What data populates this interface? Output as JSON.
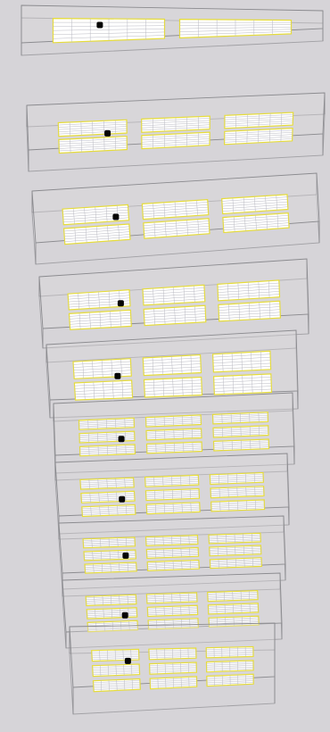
{
  "diagram": {
    "type": "stacked-layer-boxes",
    "layer_count": 10,
    "layers": [
      {
        "index": 1,
        "tile_rows": 1,
        "tile_cols": 2,
        "has_marker": true
      },
      {
        "index": 2,
        "tile_rows": 2,
        "tile_cols": 3,
        "has_marker": true
      },
      {
        "index": 3,
        "tile_rows": 2,
        "tile_cols": 3,
        "has_marker": true
      },
      {
        "index": 4,
        "tile_rows": 2,
        "tile_cols": 3,
        "has_marker": true
      },
      {
        "index": 5,
        "tile_rows": 2,
        "tile_cols": 3,
        "has_marker": true
      },
      {
        "index": 6,
        "tile_rows": 3,
        "tile_cols": 3,
        "has_marker": true
      },
      {
        "index": 7,
        "tile_rows": 3,
        "tile_cols": 3,
        "has_marker": true
      },
      {
        "index": 8,
        "tile_rows": 3,
        "tile_cols": 3,
        "has_marker": true
      },
      {
        "index": 9,
        "tile_rows": 3,
        "tile_cols": 3,
        "has_marker": true
      },
      {
        "index": 10,
        "tile_rows": 3,
        "tile_cols": 3,
        "has_marker": true
      }
    ],
    "colors": {
      "background": "#d6d4d8",
      "box_edge": "#8a8a8e",
      "tile_fill": "#ffffff",
      "tile_border": "#e6dc3a",
      "marker": "#050505"
    }
  }
}
